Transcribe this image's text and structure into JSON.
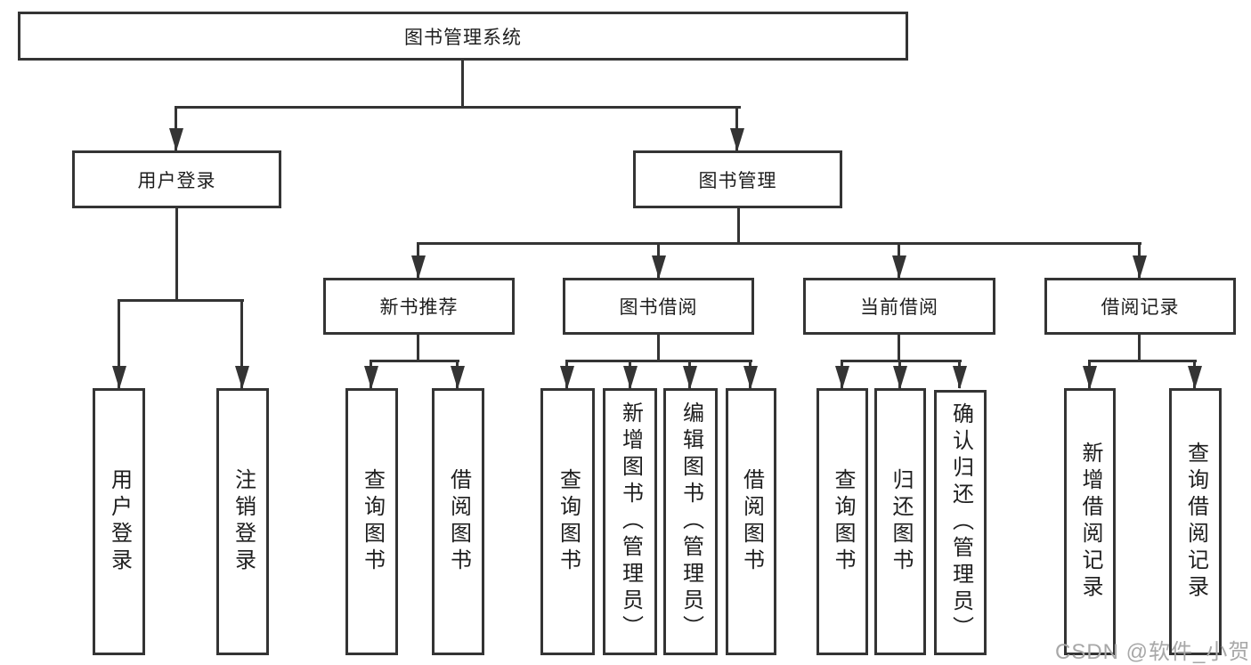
{
  "title": "图书管理系统",
  "watermark": "CSDN @软件_小贺同学",
  "colors": {
    "line": "#343434",
    "box_border": "#343434",
    "text": "#1e1e1e",
    "background": "#ffffff",
    "watermark": "#a8a8a8"
  },
  "diagram_type": "function-structure-tree",
  "nodes": {
    "root": {
      "label": "图书管理系统"
    },
    "level2": [
      {
        "label": "用户登录",
        "parent": "图书管理系统"
      },
      {
        "label": "图书管理",
        "parent": "图书管理系统"
      }
    ],
    "level3": [
      {
        "label": "新书推荐",
        "parent": "图书管理"
      },
      {
        "label": "图书借阅",
        "parent": "图书管理"
      },
      {
        "label": "当前借阅",
        "parent": "图书管理"
      },
      {
        "label": "借阅记录",
        "parent": "图书管理"
      }
    ],
    "leaves": [
      {
        "label": "用户登录",
        "parent": "用户登录"
      },
      {
        "label": "注销登录",
        "parent": "用户登录"
      },
      {
        "label": "查询图书",
        "parent": "新书推荐"
      },
      {
        "label": "借阅图书",
        "parent": "新书推荐"
      },
      {
        "label": "查询图书",
        "parent": "图书借阅"
      },
      {
        "label": "新增图书（管理员）",
        "parent": "图书借阅"
      },
      {
        "label": "编辑图书（管理员）",
        "parent": "图书借阅"
      },
      {
        "label": "借阅图书",
        "parent": "图书借阅"
      },
      {
        "label": "查询图书",
        "parent": "当前借阅"
      },
      {
        "label": "归还图书",
        "parent": "当前借阅"
      },
      {
        "label": "确认归还（管理员）",
        "parent": "当前借阅"
      },
      {
        "label": "新增借阅记录",
        "parent": "借阅记录"
      },
      {
        "label": "查询借阅记录",
        "parent": "借阅记录"
      }
    ]
  }
}
